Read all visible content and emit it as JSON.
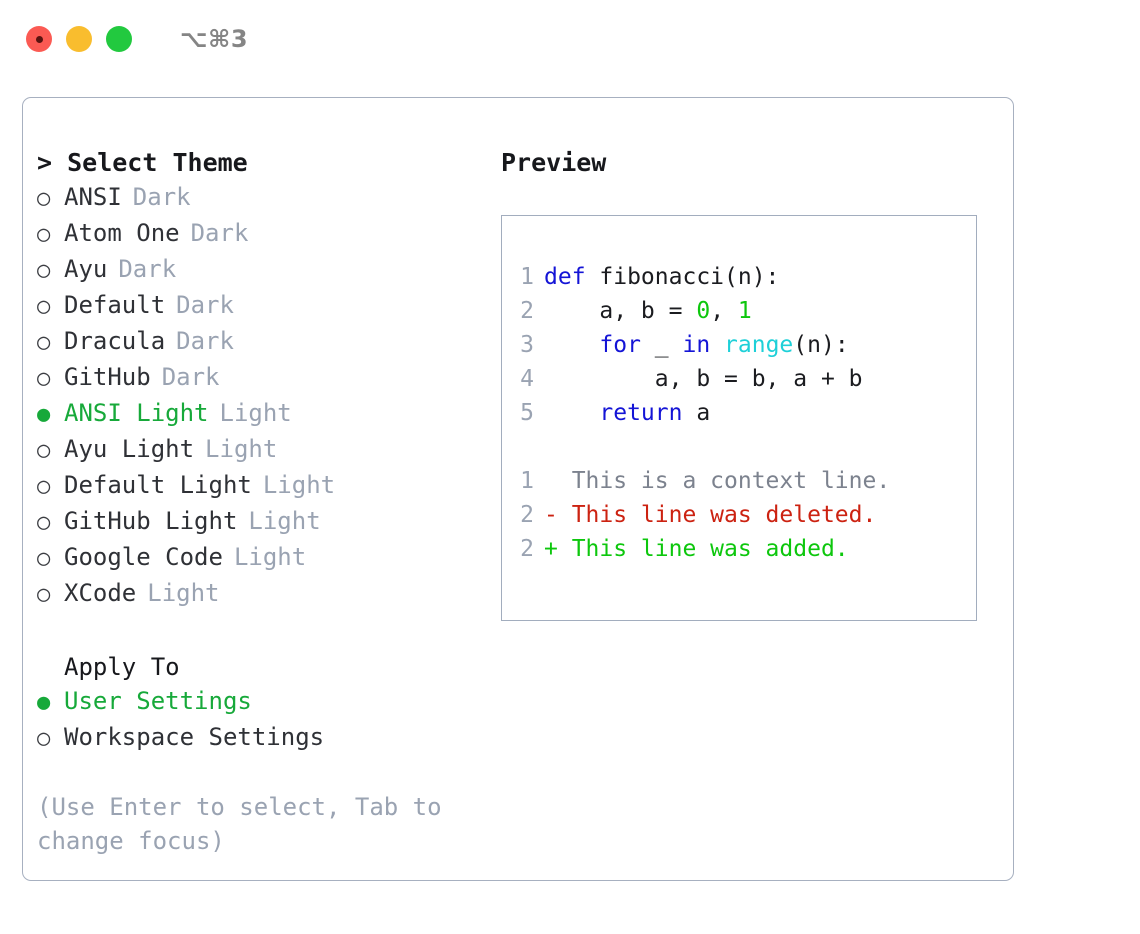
{
  "window": {
    "shortcut": "⌥⌘3",
    "traffic_lights": [
      "close-red",
      "minimize-yellow",
      "maximize-green"
    ]
  },
  "theme_list": {
    "title": "> Select Theme",
    "items": [
      {
        "marker": "○",
        "label": "ANSI",
        "variant": "Dark",
        "selected": false
      },
      {
        "marker": "○",
        "label": "Atom One",
        "variant": "Dark",
        "selected": false
      },
      {
        "marker": "○",
        "label": "Ayu",
        "variant": "Dark",
        "selected": false
      },
      {
        "marker": "○",
        "label": "Default",
        "variant": "Dark",
        "selected": false
      },
      {
        "marker": "○",
        "label": "Dracula",
        "variant": "Dark",
        "selected": false
      },
      {
        "marker": "○",
        "label": "GitHub",
        "variant": "Dark",
        "selected": false
      },
      {
        "marker": "●",
        "label": "ANSI Light",
        "variant": "Light",
        "selected": true
      },
      {
        "marker": "○",
        "label": "Ayu Light",
        "variant": "Light",
        "selected": false
      },
      {
        "marker": "○",
        "label": "Default Light",
        "variant": "Light",
        "selected": false
      },
      {
        "marker": "○",
        "label": "GitHub Light",
        "variant": "Light",
        "selected": false
      },
      {
        "marker": "○",
        "label": "Google Code",
        "variant": "Light",
        "selected": false
      },
      {
        "marker": "○",
        "label": "XCode",
        "variant": "Light",
        "selected": false
      }
    ]
  },
  "apply_to": {
    "title": "Apply To",
    "items": [
      {
        "marker": "●",
        "label": "User Settings",
        "selected": true
      },
      {
        "marker": "○",
        "label": "Workspace Settings",
        "selected": false
      }
    ]
  },
  "hint": "(Use Enter to select, Tab to change focus)",
  "preview": {
    "title": "Preview",
    "code_lines": [
      {
        "num": "1",
        "tokens": [
          {
            "t": "def",
            "c": "kw"
          },
          {
            "t": " fibonacci(n):",
            "c": "plain"
          }
        ]
      },
      {
        "num": "2",
        "tokens": [
          {
            "t": "    a, b = ",
            "c": "plain"
          },
          {
            "t": "0",
            "c": "num"
          },
          {
            "t": ", ",
            "c": "plain"
          },
          {
            "t": "1",
            "c": "num"
          }
        ]
      },
      {
        "num": "3",
        "tokens": [
          {
            "t": "    ",
            "c": "plain"
          },
          {
            "t": "for",
            "c": "kw"
          },
          {
            "t": " _ ",
            "c": "plain"
          },
          {
            "t": "in",
            "c": "kw"
          },
          {
            "t": " ",
            "c": "plain"
          },
          {
            "t": "range",
            "c": "fn"
          },
          {
            "t": "(n):",
            "c": "plain"
          }
        ]
      },
      {
        "num": "4",
        "tokens": [
          {
            "t": "        a, b = b, a + b",
            "c": "plain"
          }
        ]
      },
      {
        "num": "5",
        "tokens": [
          {
            "t": "    ",
            "c": "plain"
          },
          {
            "t": "return",
            "c": "kw"
          },
          {
            "t": " a",
            "c": "plain"
          }
        ]
      }
    ],
    "diff_lines": [
      {
        "num": "1",
        "text": "  This is a context line.",
        "kind": "ctx"
      },
      {
        "num": "2",
        "text": "- This line was deleted.",
        "kind": "del"
      },
      {
        "num": "2",
        "text": "+ This line was added.",
        "kind": "add"
      }
    ]
  },
  "colors": {
    "selected_green": "#17a93a",
    "keyword_blue": "#1414d6",
    "number_green": "#0dc70d",
    "builtin_cyan": "#1ed0d8",
    "diff_red": "#cc2211",
    "muted_gray": "#9aa3b2",
    "border": "#a7b0c0"
  }
}
